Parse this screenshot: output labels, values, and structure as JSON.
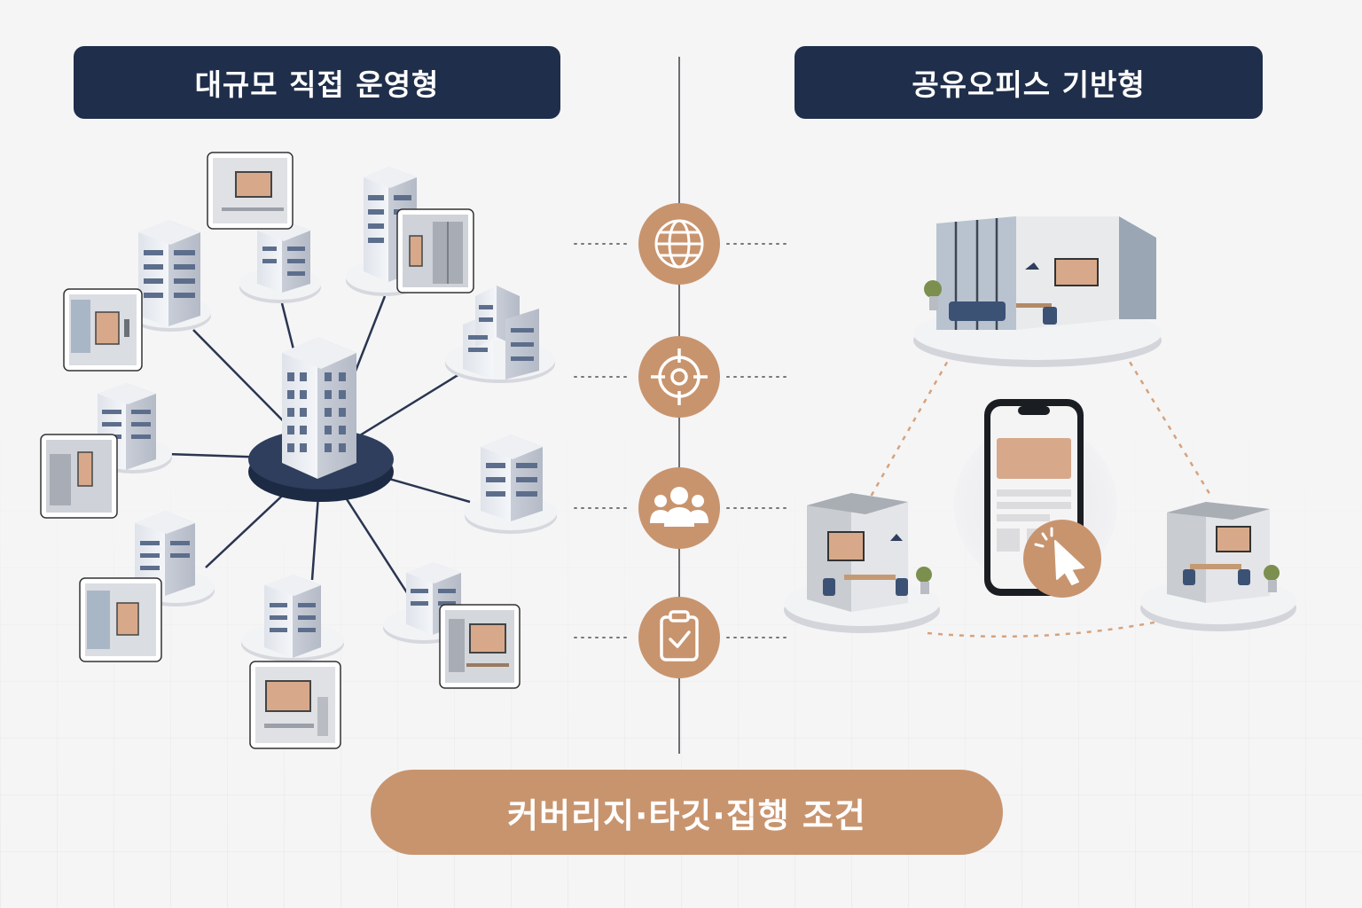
{
  "headers": {
    "left": "대규모 직접 운영형",
    "right": "공유오피스 기반형"
  },
  "footer": {
    "label": "커버리지·타깃·집행 조건"
  },
  "criteria_icons": [
    "globe-icon",
    "target-icon",
    "people-group-icon",
    "clipboard-check-icon"
  ],
  "colors": {
    "navy": "#1f2e4a",
    "accent": "#c8946e",
    "hub": "#2e3e5c",
    "line": "#2a3550",
    "divider": "#666a70"
  }
}
